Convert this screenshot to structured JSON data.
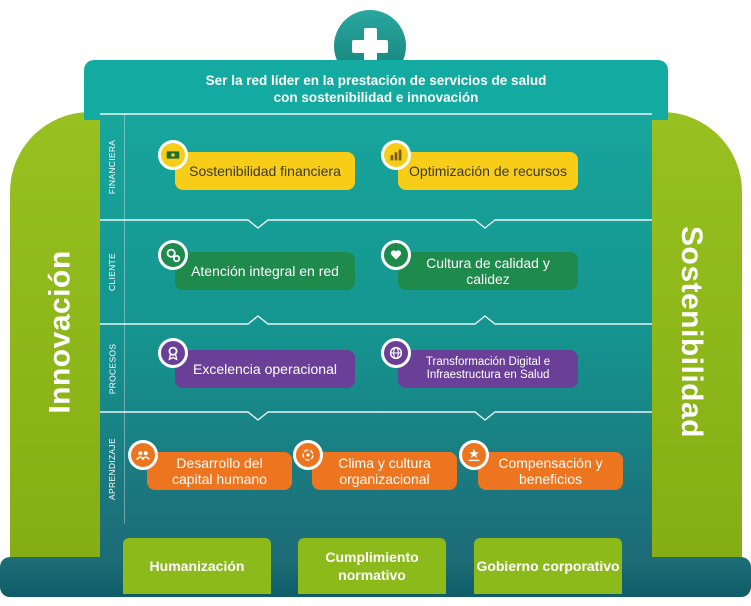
{
  "vision": "Ser la red líder en la prestación de servicios de salud con sostenibilidad e innovación",
  "pillars": {
    "left": "Innovación",
    "right": "Sostenibilidad"
  },
  "perspectives": [
    {
      "label": "FINANCIERA",
      "items": [
        {
          "text": "Sostenibilidad financiera",
          "icon": "money-icon",
          "color": "#f7cd18"
        },
        {
          "text": "Optimización de recursos",
          "icon": "chart-icon",
          "color": "#f7cd18"
        }
      ]
    },
    {
      "label": "CLIENTE",
      "items": [
        {
          "text": "Atención integral en red",
          "icon": "gears-icon",
          "color": "#1e8a4c"
        },
        {
          "text": "Cultura de calidad y calidez",
          "icon": "heart-hand-icon",
          "color": "#1e8a4c"
        }
      ]
    },
    {
      "label": "PROCESOS",
      "items": [
        {
          "text": "Excelencia operacional",
          "icon": "award-icon",
          "color": "#6a3f97"
        },
        {
          "text": "Transformación Digital e Infraestructura en Salud",
          "icon": "globe-icon",
          "color": "#6a3f97"
        }
      ]
    },
    {
      "label": "APRENDIZAJE",
      "items": [
        {
          "text": "Desarrollo del capital humano",
          "icon": "people-icon",
          "color": "#ee7520"
        },
        {
          "text": "Clima y cultura organizacional",
          "icon": "team-cycle-icon",
          "color": "#ee7520"
        },
        {
          "text": "Compensación y beneficios",
          "icon": "hand-star-icon",
          "color": "#ee7520"
        }
      ]
    }
  ],
  "foundations": [
    "Humanización",
    "Cumplimiento normativo",
    "Gobierno corporativo"
  ]
}
